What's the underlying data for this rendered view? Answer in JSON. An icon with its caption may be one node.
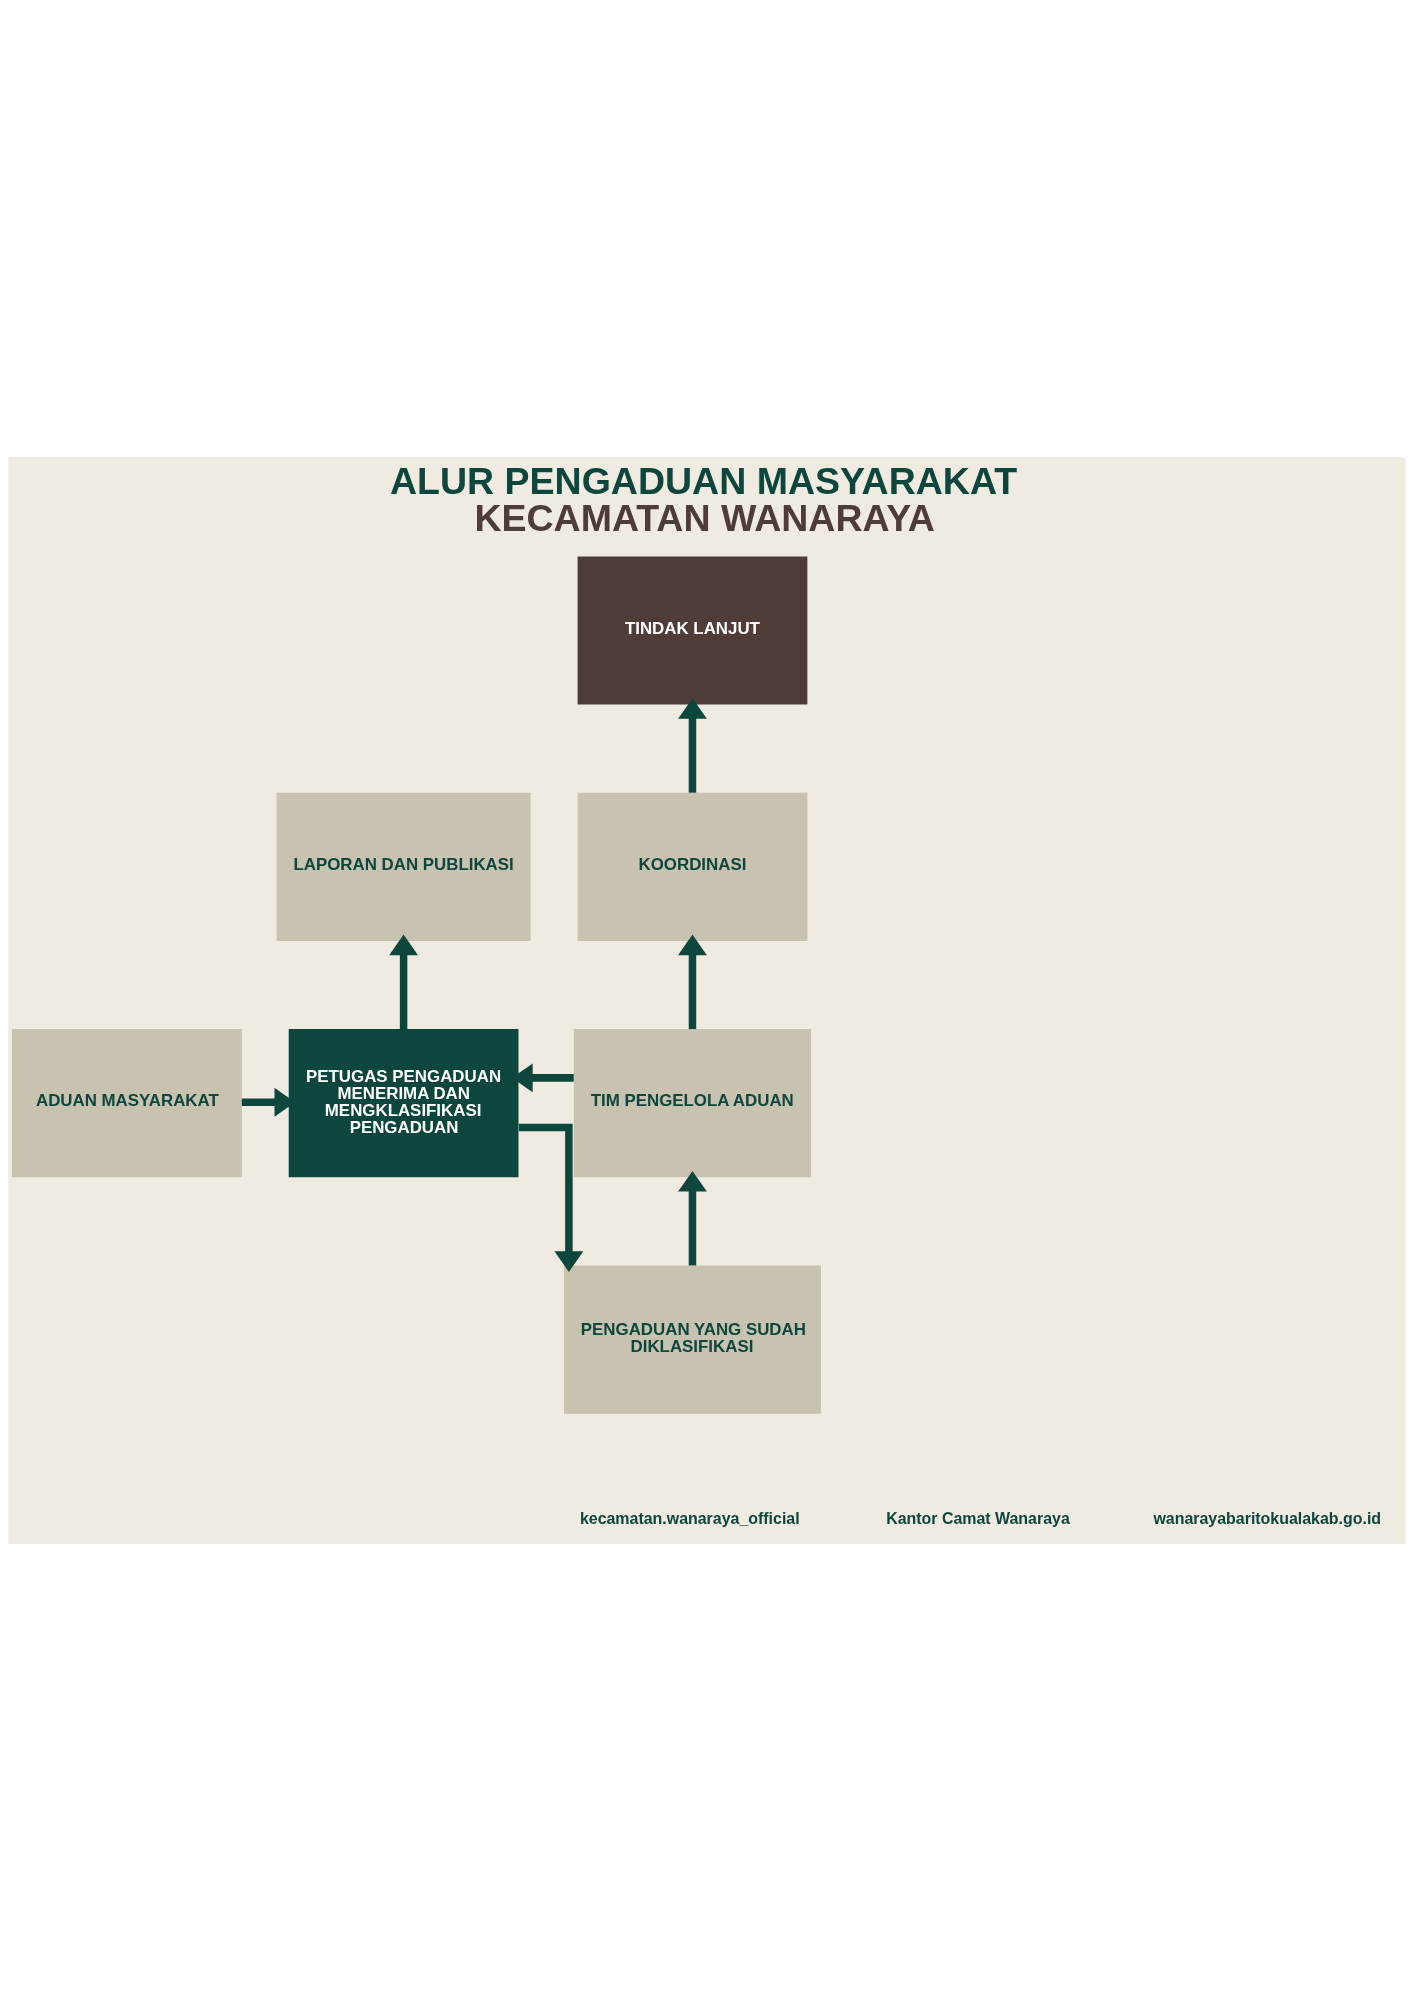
{
  "diagram": {
    "title": "ALUR PENGADUAN MASYARAKAT KECAMATAN WANARAYA",
    "nodes": [
      {
        "text": [
          "TINDAK LANJUT"
        ]
      },
      {
        "text": [
          "LAPORAN DAN PUBLIKASI"
        ]
      },
      {
        "text": [
          "KOORDINASI"
        ]
      },
      {
        "text": [
          "ADUAN MASYARAKAT"
        ]
      },
      {
        "text": [
          "PETUGAS PENGADUAN MENERIMA DAN MENGKLASIFIKASI PENGADUAN"
        ]
      },
      {
        "text": [
          "TIM PENGELOLA ADUAN"
        ]
      },
      {
        "text": [
          "PENGADUAN YANG SUDAH DIKLASIFIKASI"
        ]
      }
    ],
    "edges": [
      {
        "from": 3,
        "to": 4,
        "arrow": "to"
      },
      {
        "from": 4,
        "to": 1,
        "arrow": "to"
      },
      {
        "from": 4,
        "to": 6,
        "arrow": "to"
      },
      {
        "from": 6,
        "to": 5,
        "arrow": "to"
      },
      {
        "from": 5,
        "to": 4,
        "arrow": "to"
      },
      {
        "from": 5,
        "to": 2,
        "arrow": "to"
      },
      {
        "from": 2,
        "to": 0,
        "arrow": "to"
      }
    ],
    "labels": [
      "kecamatan.wanaraya_official",
      "Kantor Camat Wanaraya",
      "wanarayabaritokualakab.go.id"
    ]
  }
}
